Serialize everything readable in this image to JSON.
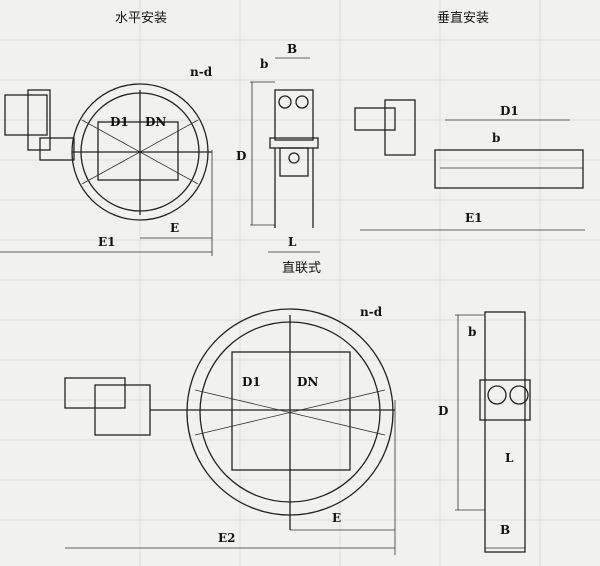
{
  "titles": {
    "horizontal": "水平安装",
    "vertical": "垂直安装",
    "direct": "直联式"
  },
  "labels": {
    "nd": "n-d",
    "d1": "D1",
    "dn": "DN",
    "b_small": "b",
    "b_big": "B",
    "d": "D",
    "l": "L",
    "e1": "E1",
    "e2": "E2",
    "e": "E"
  }
}
